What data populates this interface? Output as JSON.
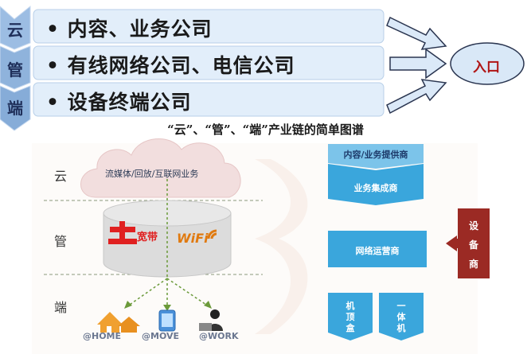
{
  "top": {
    "side_chars": [
      "云",
      "管",
      "端"
    ],
    "rows": [
      "• 内容、业务公司",
      "• 有线网络公司、电信公司",
      "• 设备终端公司"
    ],
    "entry": "入口"
  },
  "caption": "“云”、“管”、“端”产业链的简单图谱",
  "bottom": {
    "layers": [
      "云",
      "管",
      "端"
    ],
    "cloud_text": "流媒体/回放/互联网业务",
    "logo_broadband": "宽带",
    "logo_wifi": "WiFi",
    "devices": [
      "@HOME",
      "@MOVE",
      "@WORK"
    ],
    "chain": {
      "content_provider": "内容/业务提供商",
      "integrator": "业务集成商",
      "operator": "网络运营商",
      "device_maker": "设备商",
      "stb": "机顶盒",
      "aio": "一体机"
    }
  },
  "colors": {
    "row_blue": "#dbe9f8",
    "chevron_blue": "#8fb3dc",
    "chain_blue": "#3aa6dc",
    "device_red": "#9b2a24"
  }
}
